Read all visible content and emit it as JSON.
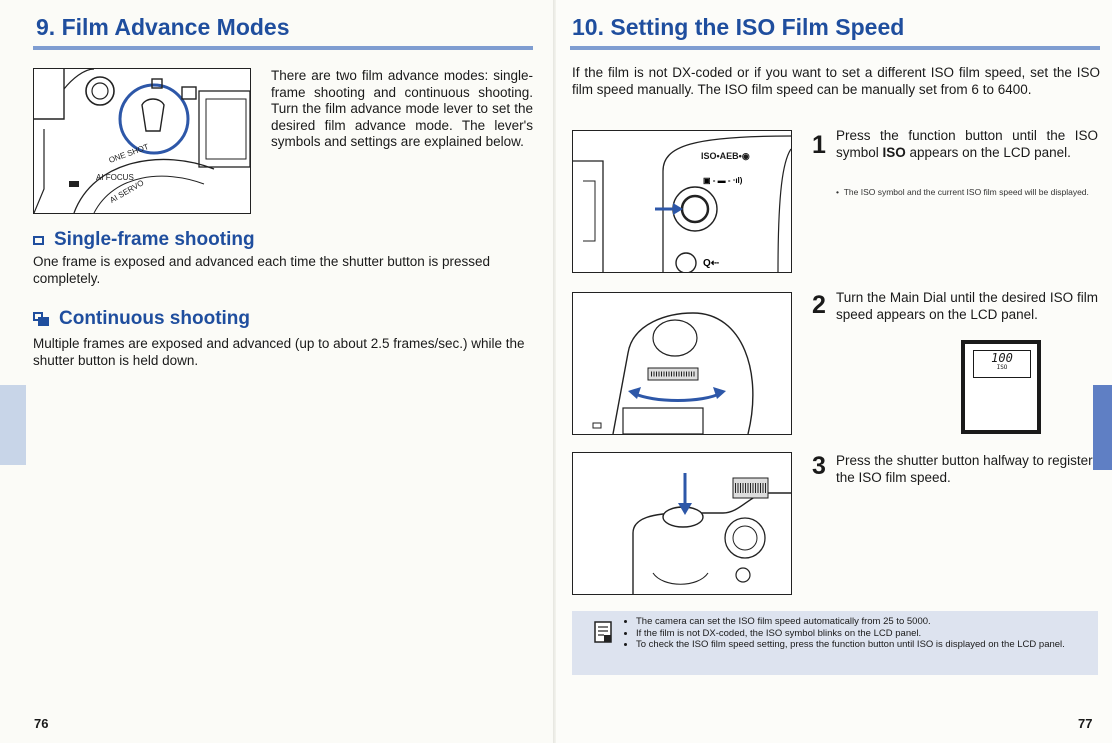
{
  "left_page": {
    "title": "9. Film Advance Modes",
    "intro": "There are two film advance modes: single-frame shooting and continuous shooting. Turn the film advance mode lever to set the desired film advance mode. The lever's symbols and settings are explained below.",
    "dial_labels": [
      "ONE SHOT",
      "AI FOCUS",
      "AI SERVO"
    ],
    "single_frame": {
      "heading": "Single-frame shooting",
      "text": "One frame is exposed and advanced each time the shutter button is pressed completely."
    },
    "continuous": {
      "heading": "Continuous shooting",
      "text": "Multiple frames are exposed and advanced (up to about 2.5 frames/sec.) while the shutter button is held down."
    },
    "page_number": "76"
  },
  "right_page": {
    "title": "10. Setting the ISO Film Speed",
    "intro": "If the film is not DX-coded or if you want to set a different ISO film speed, set the ISO film speed manually. The ISO film speed can be manually set from 6 to 6400.",
    "figure1_label": "ISO•AEB•",
    "steps": [
      {
        "number": "1",
        "text_pre": "Press the function button until the ISO symbol ",
        "text_bold": "ISO",
        "text_post": " appears on the LCD panel.",
        "note": "The ISO symbol and the current ISO film speed will be displayed."
      },
      {
        "number": "2",
        "text": "Turn the Main Dial until the desired ISO film speed appears on the LCD panel."
      },
      {
        "number": "3",
        "text": "Press the shutter button halfway to register the ISO film speed."
      }
    ],
    "lcd_value": "100",
    "lcd_iso": "ISO",
    "notes": [
      "The camera can set the ISO film speed automatically from 25 to 5000.",
      "If the film is not DX-coded, the ISO symbol blinks on the LCD panel.",
      "To check the ISO film speed setting, press the function button until ISO is displayed on the LCD panel."
    ],
    "page_number": "77"
  },
  "colors": {
    "heading": "#1f4e9e",
    "rule": "#7f9dd1",
    "note_bg": "#dde3ef",
    "tab": "#5f7fc4"
  }
}
